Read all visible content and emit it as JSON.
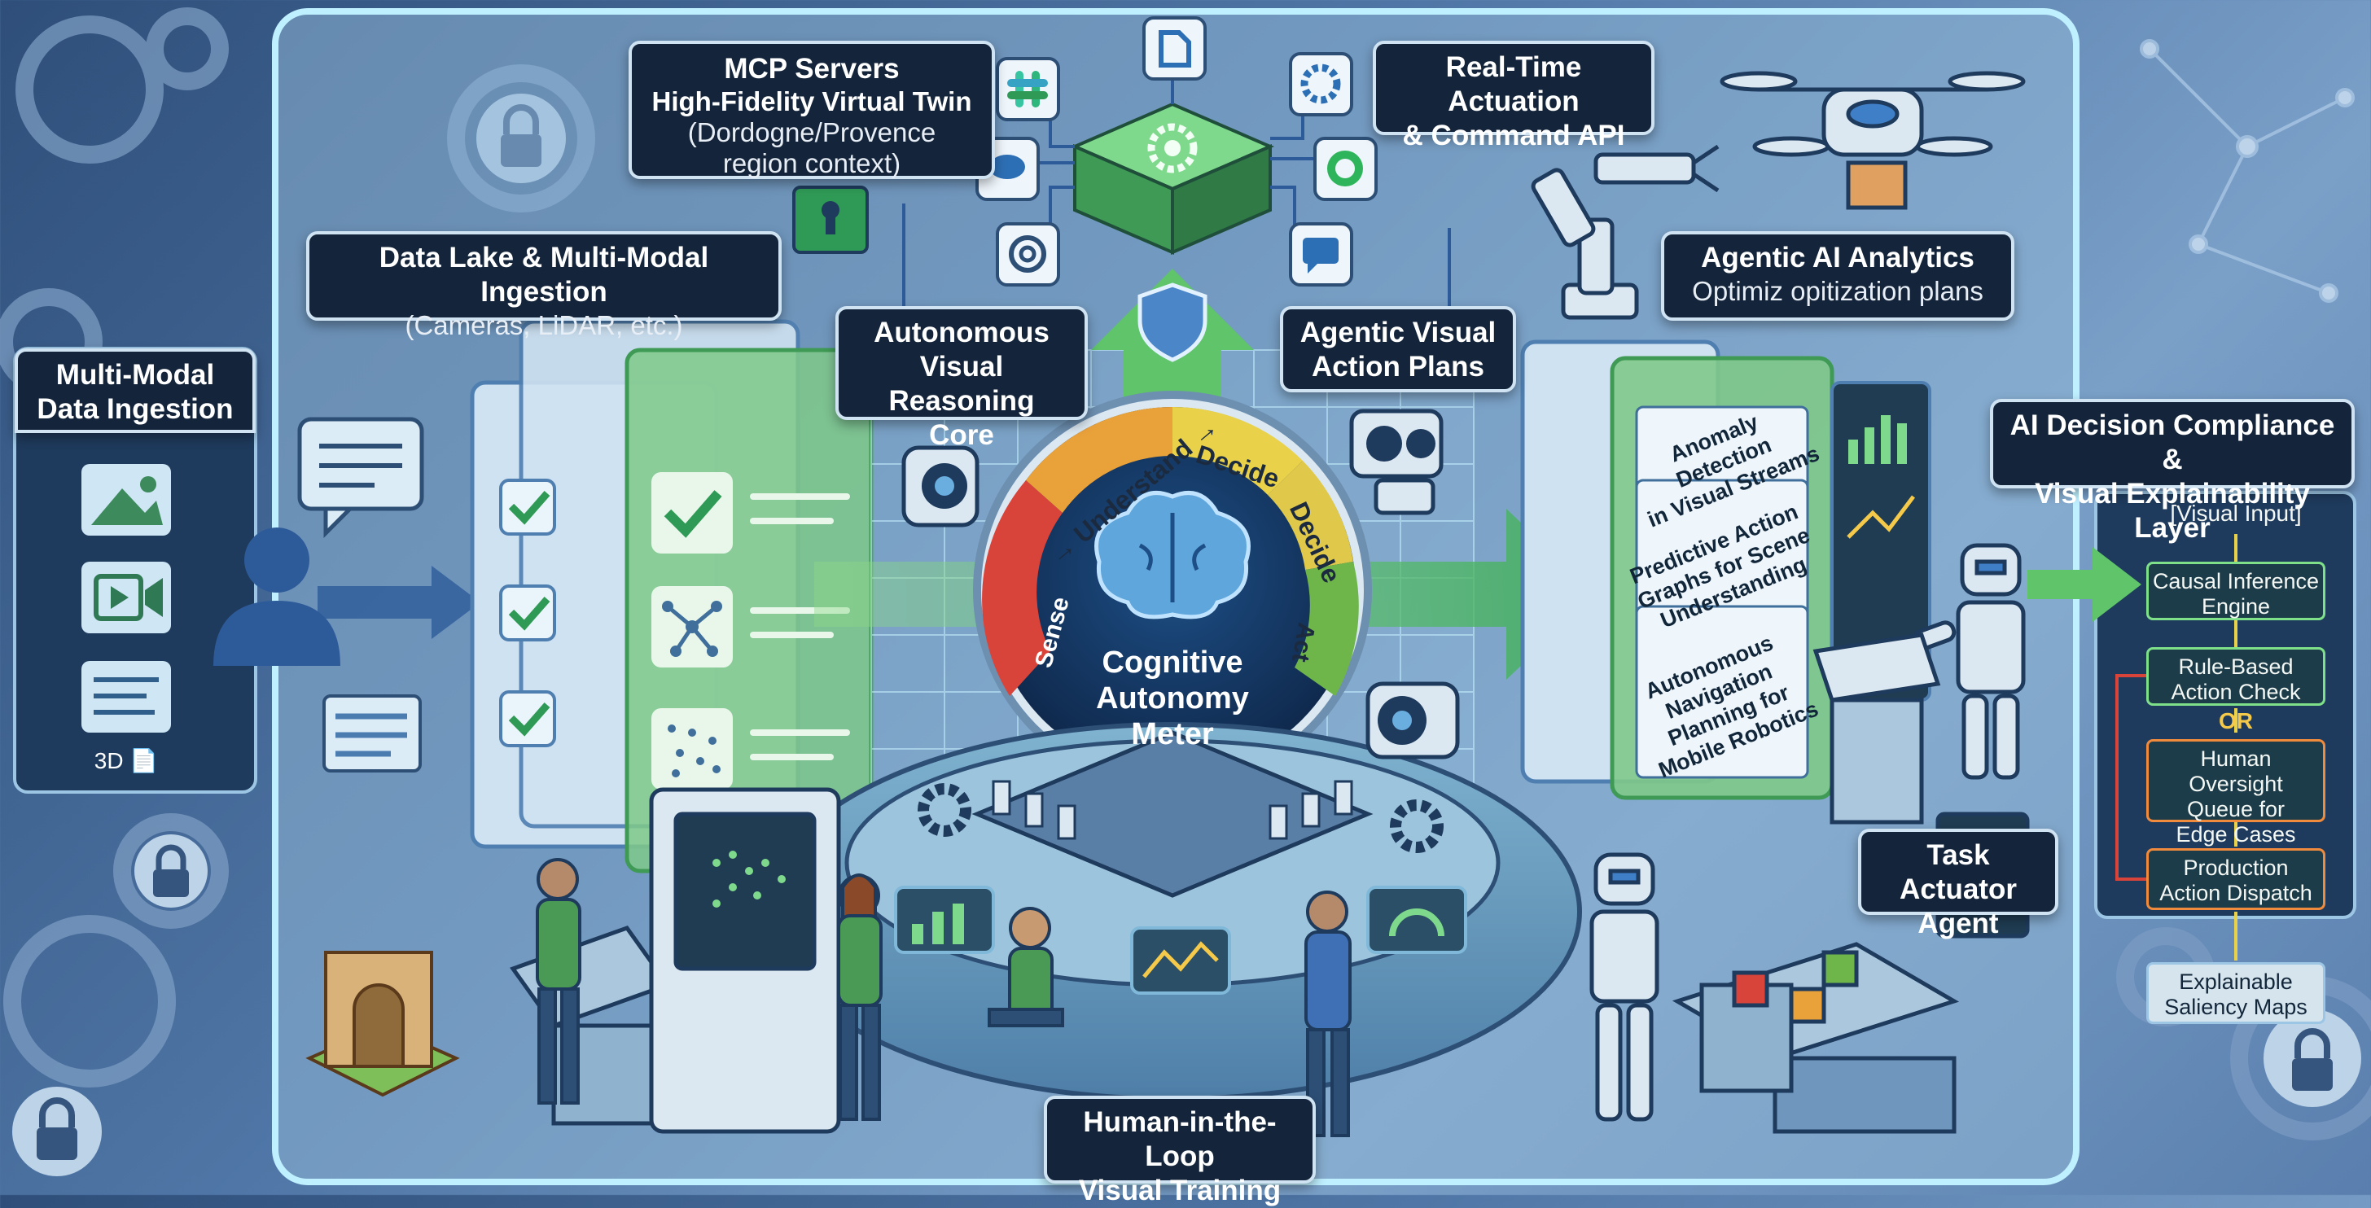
{
  "labels": {
    "mcp_title": "MCP Servers",
    "mcp_sub1": "High-Fidelity Virtual Twin",
    "mcp_sub2": "(Dordogne/Provence",
    "mcp_sub3": "region context)",
    "realtime_1": "Real-Time Actuation",
    "realtime_2": "& Command API",
    "datalake_title": "Data Lake & Multi-Modal Ingestion",
    "datalake_sub": "(Cameras, LiDAR, etc.)",
    "multimodal_1": "Multi-Modal",
    "multimodal_2": "Data Ingestion",
    "threed": "3D 📄",
    "autonomous_1": "Autonomous",
    "autonomous_2": "Visual Reasoning",
    "autonomous_3": "Core",
    "agentic_plans_1": "Agentic Visual",
    "agentic_plans_2": "Action Plans",
    "analytics_title": "Agentic AI Analytics",
    "analytics_sub": "Optimiz opitization plans",
    "compliance_1": "AI Decision Compliance &",
    "compliance_2": "Visual Explainability Layer",
    "meter_1": "Cognitive",
    "meter_2": "Autonomy",
    "meter_3": "Meter",
    "seg_sense": "Sense",
    "seg_understand": "→ Understand →",
    "seg_decide_top": "Decide",
    "seg_decide_right": "Decide",
    "seg_act": "Act",
    "panel_anomaly_1": "Anomaly Detection",
    "panel_anomaly_2": "in Visual Streams",
    "panel_predictive_1": "Predictive Action",
    "panel_predictive_2": "Graphs for Scene",
    "panel_predictive_3": "Understanding",
    "panel_nav_1": "Autonomous",
    "panel_nav_2": "Navigation",
    "panel_nav_3": "Planning for",
    "panel_nav_4": "Mobile Robotics",
    "task_1": "Task Actuator",
    "task_2": "Agent",
    "human_1": "Human-in-the-Loop",
    "human_2": "Visual Training",
    "flow_input": "[Visual Input]",
    "flow_causal_1": "Causal Inference",
    "flow_causal_2": "Engine",
    "flow_rule_1": "Rule-Based",
    "flow_rule_2": "Action Check",
    "flow_or": "OR",
    "flow_human_1": "Human Oversight",
    "flow_human_2": "Queue for",
    "flow_human_3": "Edge Cases",
    "flow_prod_1": "Production",
    "flow_prod_2": "Action Dispatch",
    "flow_saliency_1": "Explainable",
    "flow_saliency_2": "Saliency Maps"
  },
  "colors": {
    "frame_glow": "#bff0ff",
    "callout_bg": "#14243a",
    "green_arrow": "#5fc46a",
    "sense_red": "#d9443a",
    "understand_orange": "#e9a13a",
    "decide_yellow": "#e9d24a",
    "act_green": "#6fb64a",
    "flow_border_green": "#7fe08a",
    "flow_border_orange": "#f08a3c"
  },
  "icons": [
    "lock-gear-icon",
    "gear-icon",
    "shield-icon",
    "brain-icon",
    "camera-icon",
    "drone-icon",
    "robot-arm-icon",
    "robot-icon",
    "user-icon",
    "chat-icon",
    "image-icon",
    "video-icon",
    "checkmark-icon",
    "network-icon",
    "chart-icon",
    "whatsapp-icon",
    "slack-icon",
    "openai-icon",
    "document-icon",
    "keyhole-icon"
  ]
}
